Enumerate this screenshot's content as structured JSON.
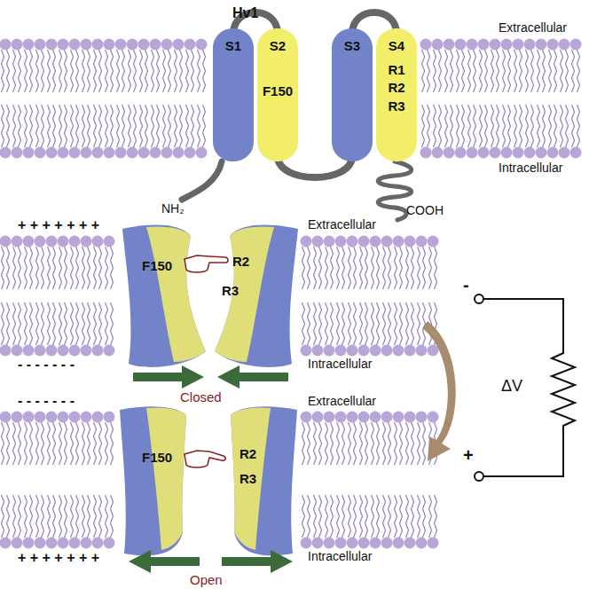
{
  "diagram": {
    "nodes": [
      {
        "text": [
          "S1"
        ]
      },
      {
        "text": [
          "S2",
          "F150"
        ]
      },
      {
        "text": [
          "S3"
        ]
      },
      {
        "text": [
          "S4",
          "R1",
          "R2",
          "R3"
        ]
      }
    ],
    "edges": [
      {
        "from": 0,
        "to": 1,
        "arrow": "none"
      },
      {
        "from": 1,
        "to": 2,
        "arrow": "none"
      },
      {
        "from": 2,
        "to": 3,
        "arrow": "none"
      }
    ],
    "labels": [
      "Hv1",
      "Extracellular",
      "Intracellular",
      "NH₂",
      "COOH",
      "+ + + + + + +",
      "- - - - - - -",
      "Extracellular",
      "F150",
      "R2",
      "R3",
      "Intracellular",
      "Closed",
      "- - - - - - -",
      "Extracellular",
      "F150",
      "R2",
      "R3",
      "Intracellular",
      "+ + + + + + +",
      "Open",
      "-",
      "+",
      "ΔV"
    ]
  }
}
